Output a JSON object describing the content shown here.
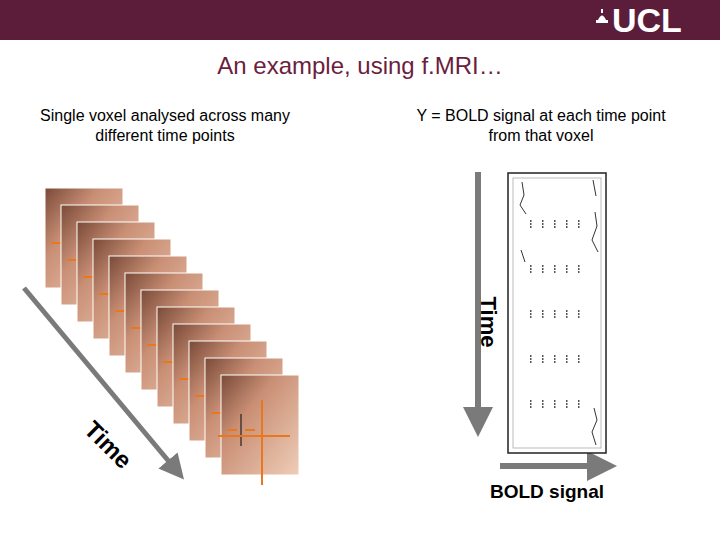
{
  "diagram": {
    "title": "An example, using f.MRI…",
    "labels": [
      "Single voxel analysed across many different time points",
      "Y = BOLD signal at each time point from that voxel",
      "Time",
      "Time",
      "BOLD signal",
      "UCL"
    ]
  }
}
